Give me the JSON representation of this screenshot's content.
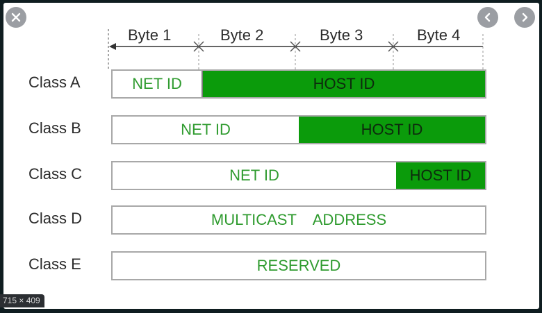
{
  "bytes": [
    "Byte 1",
    "Byte 2",
    "Byte 3",
    "Byte 4"
  ],
  "classes": [
    {
      "label": "Class A",
      "net": "NET ID",
      "host": "HOST ID"
    },
    {
      "label": "Class B",
      "net": "NET ID",
      "host": "HOST ID"
    },
    {
      "label": "Class C",
      "net": "NET ID",
      "host": "HOST ID"
    },
    {
      "label": "Class D",
      "text": "MULTICAST    ADDRESS"
    },
    {
      "label": "Class E",
      "text": "RESERVED"
    }
  ],
  "viewer": {
    "size_badge": "715 × 409"
  },
  "colors": {
    "host_fill": "#0b9b0b",
    "net_text": "#2f9b2f"
  }
}
